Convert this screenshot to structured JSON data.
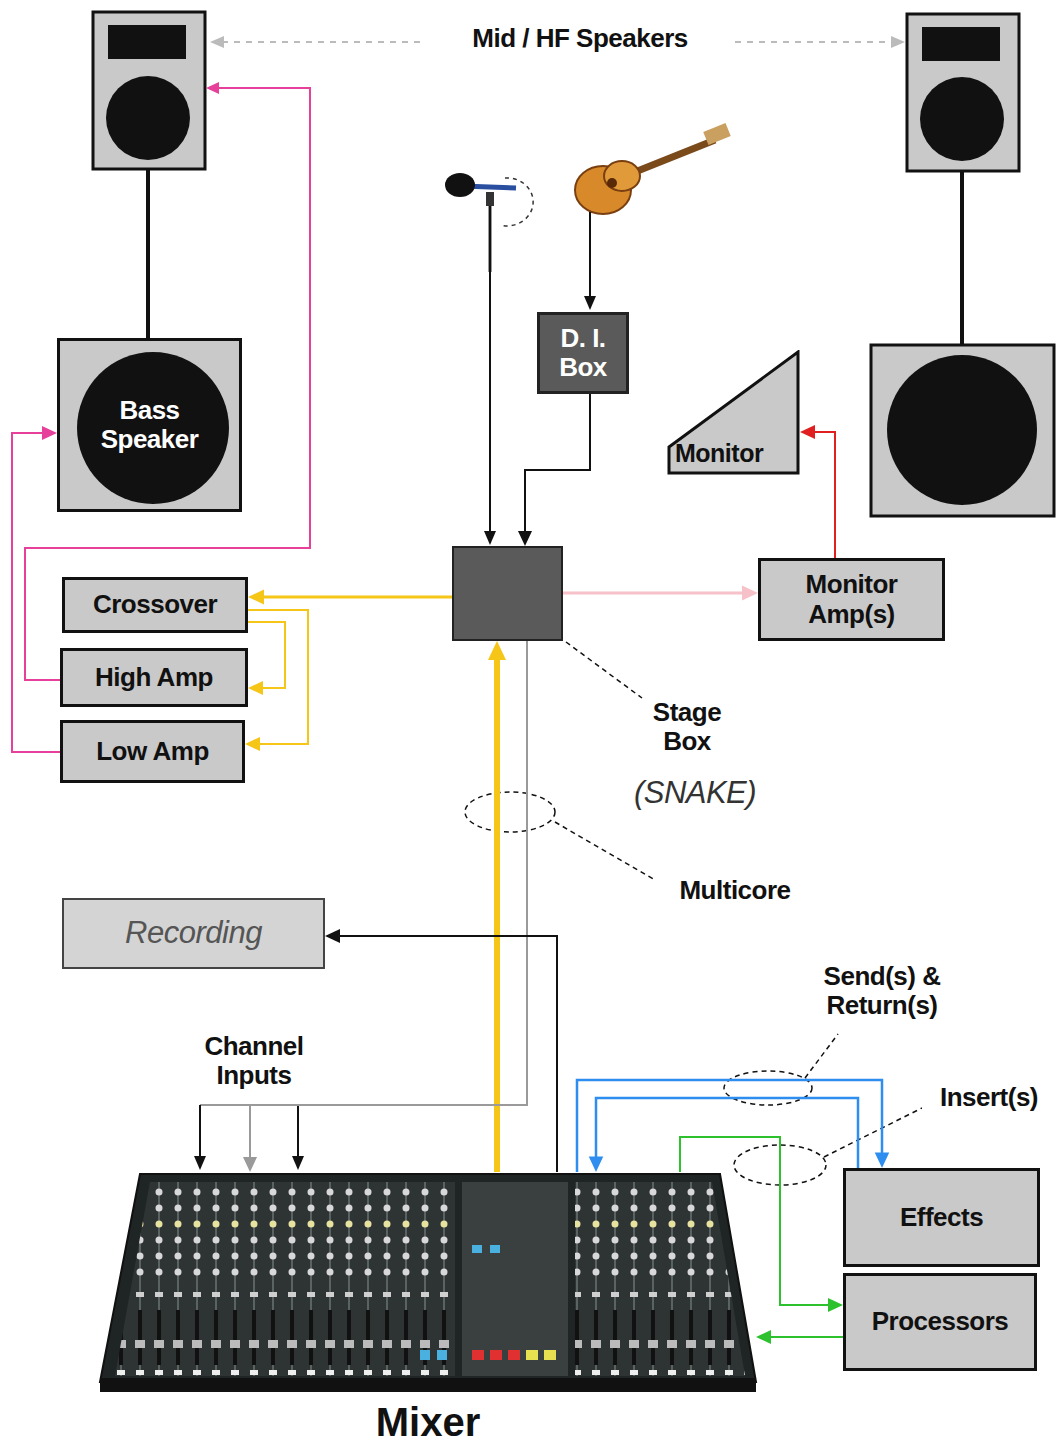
{
  "diagram": {
    "nodes": [
      {
        "text": [
          "Bass Speaker"
        ]
      },
      {
        "text": [
          "D. I. Box"
        ]
      },
      {
        "text": [
          "Monitor"
        ]
      },
      {
        "text": [
          "Crossover"
        ]
      },
      {
        "text": [
          "Stage Box",
          "(SNAKE)"
        ]
      },
      {
        "text": [
          "Monitor Amp(s)"
        ]
      },
      {
        "text": [
          "High Amp"
        ]
      },
      {
        "text": [
          "Low Amp"
        ]
      },
      {
        "text": [
          "Recording"
        ]
      },
      {
        "text": [
          "Mixer"
        ]
      },
      {
        "text": [
          "Effects"
        ]
      },
      {
        "text": [
          "Processors"
        ]
      }
    ],
    "edges": [
      {
        "from": 1,
        "to": 4,
        "arrow": "to"
      },
      {
        "from": 4,
        "to": 3,
        "arrow": "to"
      },
      {
        "from": 3,
        "to": 6,
        "arrow": "to"
      },
      {
        "from": 3,
        "to": 7,
        "arrow": "to"
      },
      {
        "from": 7,
        "to": 0,
        "arrow": "to"
      },
      {
        "from": 4,
        "to": 5,
        "arrow": "to"
      },
      {
        "from": 5,
        "to": 2,
        "arrow": "to"
      },
      {
        "from": 9,
        "to": 4,
        "arrow": "to"
      },
      {
        "from": 4,
        "to": 9,
        "arrow": "to"
      },
      {
        "from": 9,
        "to": 8,
        "arrow": "to"
      },
      {
        "from": 9,
        "to": 10,
        "arrow": "to"
      },
      {
        "from": 10,
        "to": 9,
        "arrow": "to"
      },
      {
        "from": 9,
        "to": 11,
        "arrow": "to"
      },
      {
        "from": 11,
        "to": 9,
        "arrow": "to"
      }
    ],
    "labels": [
      "Mid / HF Speakers",
      "Multicore",
      "Channel Inputs",
      "Send(s) & Return(s)",
      "Insert(s)"
    ]
  }
}
